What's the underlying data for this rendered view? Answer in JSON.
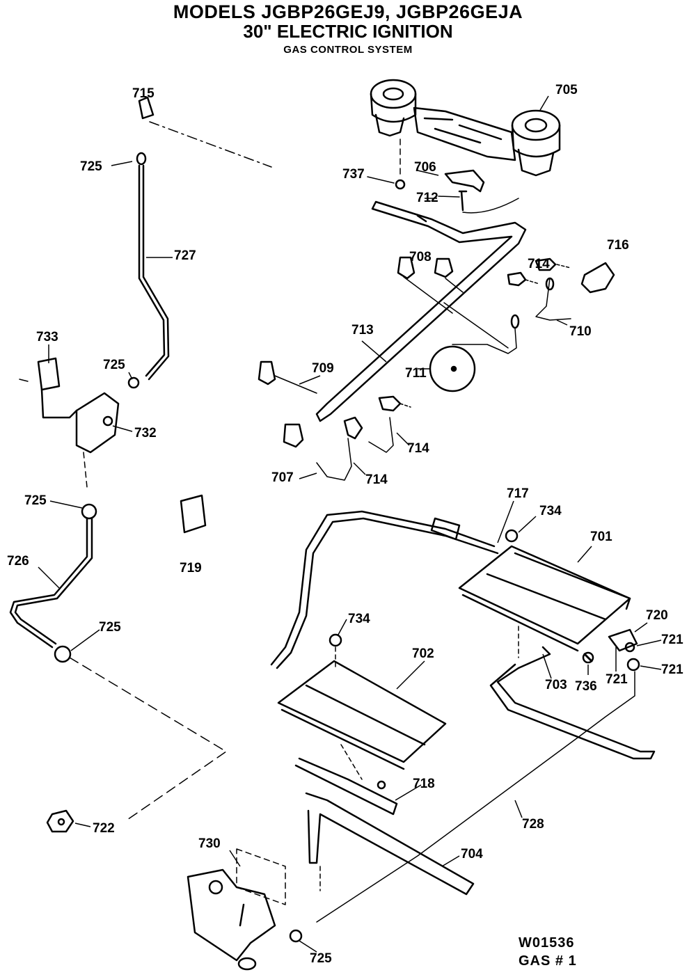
{
  "title": {
    "models": "MODELS JGBP26GEJ9, JGBP26GEJA",
    "subtitle": "30\" ELECTRIC IGNITION",
    "system": "GAS CONTROL SYSTEM"
  },
  "parts": {
    "p715": "715",
    "p725": "725",
    "p727": "727",
    "p705": "705",
    "p737": "737",
    "p706": "706",
    "p712": "712",
    "p716": "716",
    "p708": "708",
    "p714": "714",
    "p710": "710",
    "p713": "713",
    "p709": "709",
    "p711": "711",
    "p733": "733",
    "p732": "732",
    "p707": "707",
    "p719": "719",
    "p726": "726",
    "p717": "717",
    "p734": "734",
    "p701": "701",
    "p720": "720",
    "p721": "721",
    "p702": "702",
    "p703": "703",
    "p736": "736",
    "p718": "718",
    "p722": "722",
    "p728": "728",
    "p730": "730",
    "p704": "704"
  },
  "drawing_code": {
    "number": "W01536",
    "gas": "GAS # 1"
  }
}
